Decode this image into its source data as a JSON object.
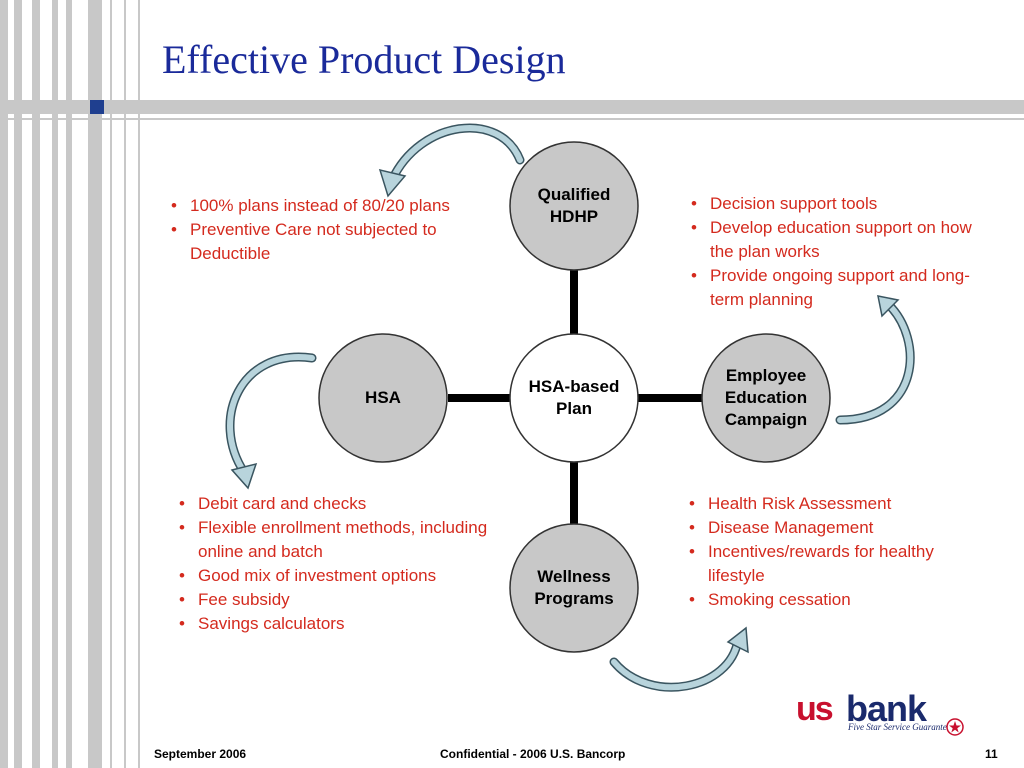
{
  "slide": {
    "title": "Effective Product Design"
  },
  "diagram": {
    "center": {
      "line1": "HSA-based",
      "line2": "Plan"
    },
    "top": {
      "line1": "Qualified",
      "line2": "HDHP"
    },
    "left": {
      "line1": "HSA"
    },
    "right": {
      "line1": "Employee",
      "line2": "Education",
      "line3": "Campaign"
    },
    "bottom": {
      "line1": "Wellness",
      "line2": "Programs"
    }
  },
  "lists": {
    "top_left": [
      "100% plans instead of 80/20 plans",
      "Preventive Care not subjected to Deductible"
    ],
    "top_right": [
      "Decision support tools",
      "Develop education support on how the plan works",
      "Provide ongoing support and long-term planning"
    ],
    "bottom_left": [
      "Debit card and checks",
      "Flexible enrollment methods, including online and batch",
      "Good mix of investment options",
      "Fee subsidy",
      "Savings calculators"
    ],
    "bottom_right": [
      "Health Risk Assessment",
      "Disease Management",
      "Incentives/rewards for healthy lifestyle",
      "Smoking cessation"
    ]
  },
  "logo": {
    "us": "us",
    "bank": "bank",
    "tagline": "Five Star Service Guaranteed"
  },
  "footer": {
    "date": "September 2006",
    "confidential": "Confidential - 2006 U.S. Bancorp",
    "page": "11"
  },
  "colors": {
    "title": "#1a2a9a",
    "bullet_text": "#d42a1e",
    "node_fill": "#c8c8c8",
    "arrow_fill": "#b8d4dc",
    "brand_red": "#c8102e",
    "brand_navy": "#1a2a6c"
  }
}
